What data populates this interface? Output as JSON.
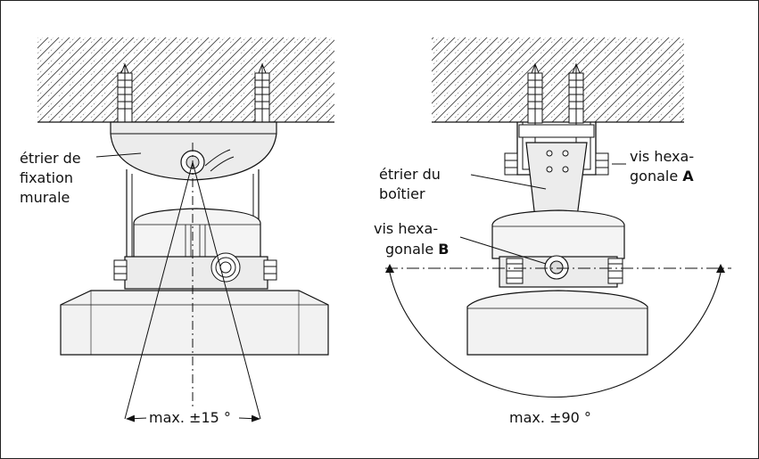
{
  "left_view": {
    "bracket_label": [
      "étrier de",
      "fixation",
      "murale"
    ],
    "angle_label": "max.  ±15 °"
  },
  "right_view": {
    "housing_label": [
      "étrier du",
      "boîtier"
    ],
    "screw_a": {
      "line1": "vis hexa-",
      "line2": "gonale",
      "letter": "A"
    },
    "screw_b": {
      "line1": "vis hexa-",
      "line2": "gonale",
      "letter": "B"
    },
    "angle_label": "max. ±90 °"
  }
}
